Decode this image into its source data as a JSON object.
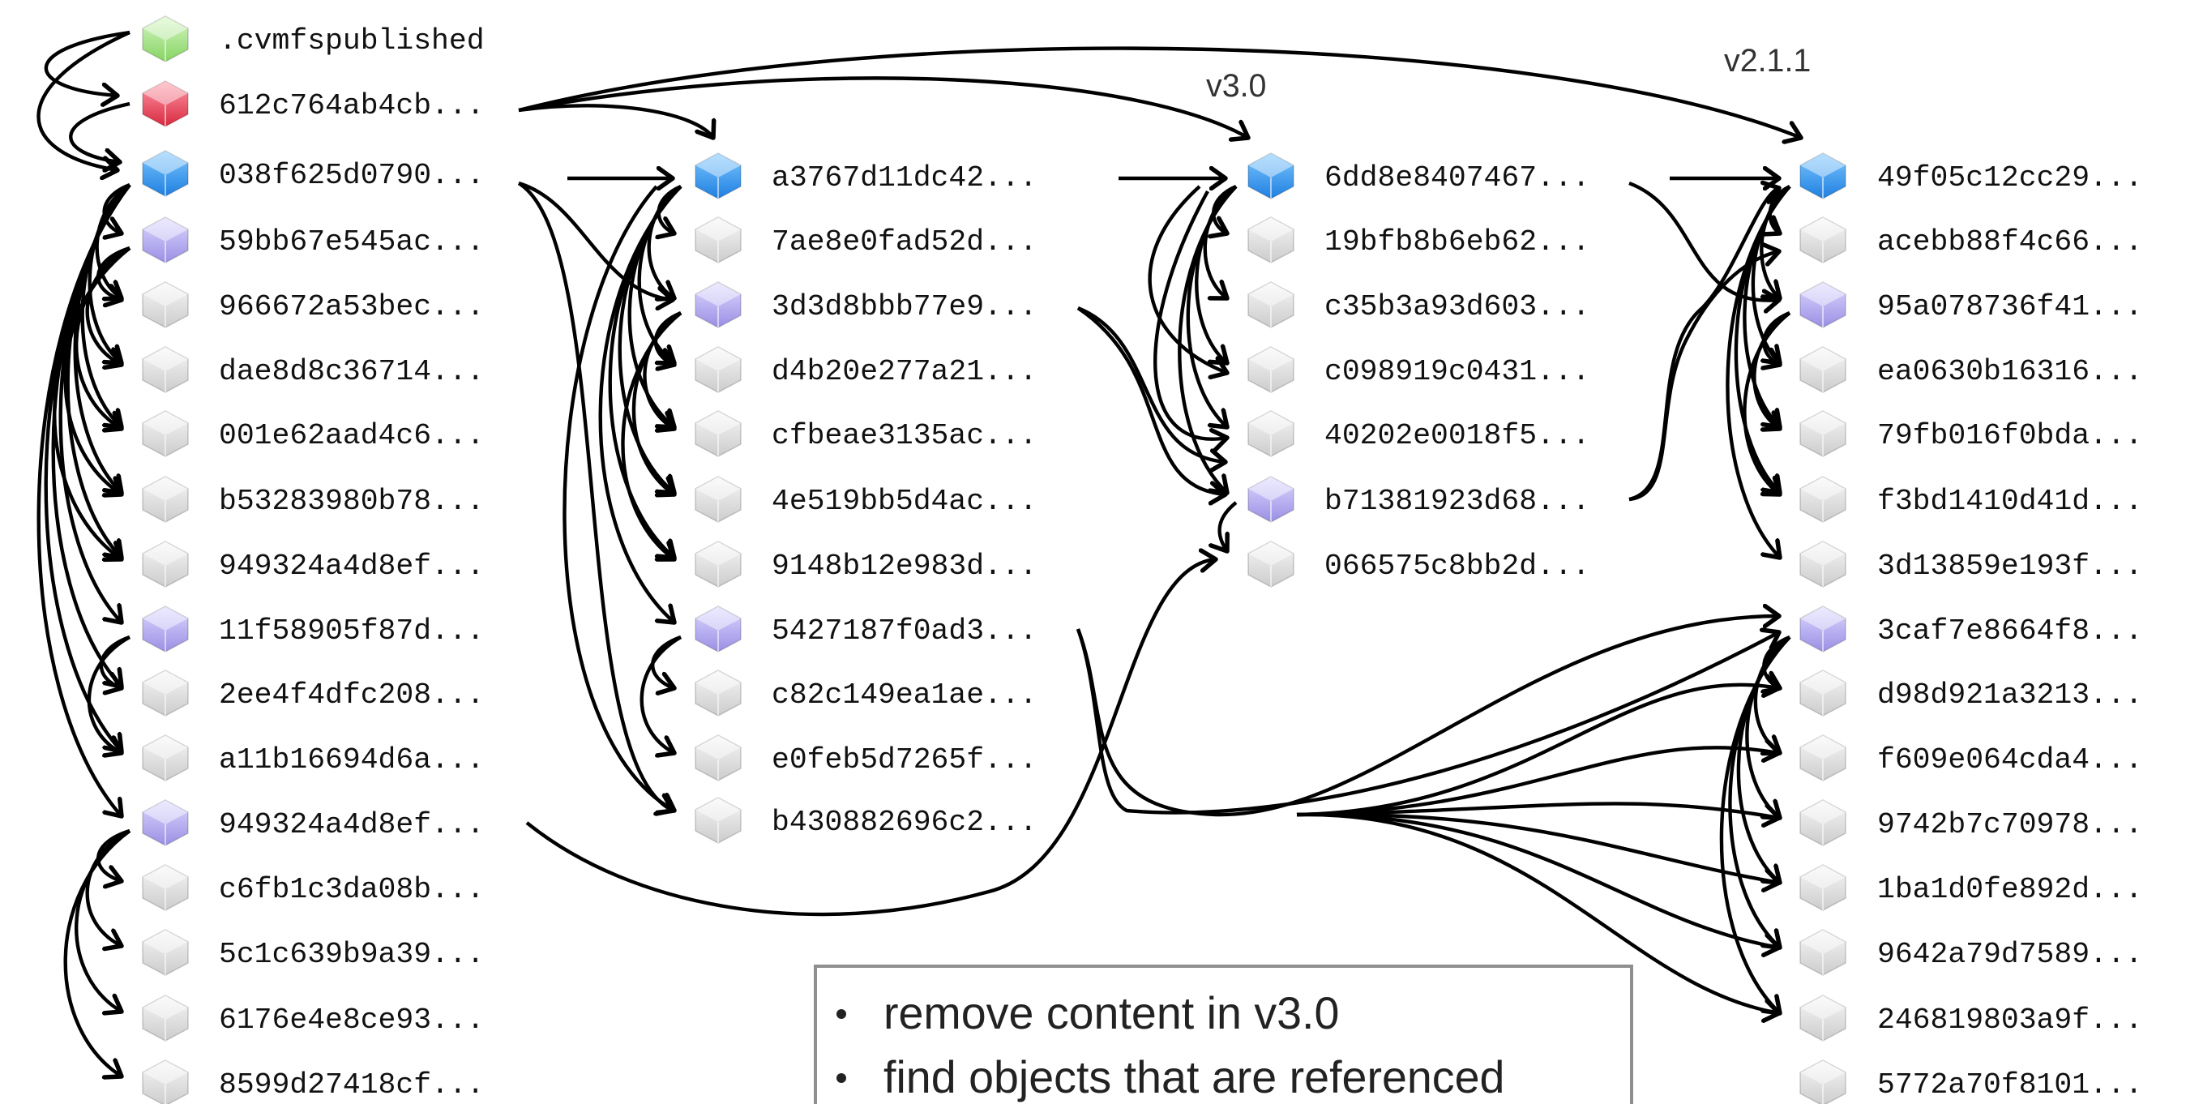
{
  "colors": {
    "catalog": "#2a8fe8",
    "nested_catalog": "#a99fe9",
    "plain_object": "#cfcfcf",
    "manifest": "#9be07e",
    "history": "#e8485e",
    "note_border": "#8a8a8a"
  },
  "versions": {
    "v30": "v3.0",
    "v211": "v2.1.1"
  },
  "columns": [
    {
      "id": "c0",
      "items": [
        {
          "kind": "manifest",
          "label": ".cvmfspublished"
        },
        {
          "kind": "history",
          "label": "612c764ab4cb..."
        },
        {
          "kind": "catalog",
          "label": "038f625d0790..."
        },
        {
          "kind": "nested",
          "label": "59bb67e545ac..."
        },
        {
          "kind": "object",
          "label": "966672a53bec..."
        },
        {
          "kind": "object",
          "label": "dae8d8c36714..."
        },
        {
          "kind": "object",
          "label": "001e62aad4c6..."
        },
        {
          "kind": "object",
          "label": "b53283980b78..."
        },
        {
          "kind": "object",
          "label": "949324a4d8ef..."
        },
        {
          "kind": "nested",
          "label": "11f58905f87d..."
        },
        {
          "kind": "object",
          "label": "2ee4f4dfc208..."
        },
        {
          "kind": "object",
          "label": "a11b16694d6a..."
        },
        {
          "kind": "nested",
          "label": "949324a4d8ef..."
        },
        {
          "kind": "object",
          "label": "c6fb1c3da08b..."
        },
        {
          "kind": "object",
          "label": "5c1c639b9a39..."
        },
        {
          "kind": "object",
          "label": "6176e4e8ce93..."
        },
        {
          "kind": "object",
          "label": "8599d27418cf..."
        }
      ]
    },
    {
      "id": "c1",
      "items": [
        {
          "kind": "catalog",
          "label": "a3767d11dc42..."
        },
        {
          "kind": "object",
          "label": "7ae8e0fad52d..."
        },
        {
          "kind": "nested",
          "label": "3d3d8bbb77e9..."
        },
        {
          "kind": "object",
          "label": "d4b20e277a21..."
        },
        {
          "kind": "object",
          "label": "cfbeae3135ac..."
        },
        {
          "kind": "object",
          "label": "4e519bb5d4ac..."
        },
        {
          "kind": "object",
          "label": "9148b12e983d..."
        },
        {
          "kind": "nested",
          "label": "5427187f0ad3..."
        },
        {
          "kind": "object",
          "label": "c82c149ea1ae..."
        },
        {
          "kind": "object",
          "label": "e0feb5d7265f..."
        },
        {
          "kind": "object",
          "label": "b430882696c2..."
        }
      ]
    },
    {
      "id": "c2",
      "items": [
        {
          "kind": "catalog",
          "label": "6dd8e8407467..."
        },
        {
          "kind": "object",
          "label": "19bfb8b6eb62..."
        },
        {
          "kind": "object",
          "label": "c35b3a93d603..."
        },
        {
          "kind": "object",
          "label": "c098919c0431..."
        },
        {
          "kind": "object",
          "label": "40202e0018f5..."
        },
        {
          "kind": "nested",
          "label": "b71381923d68..."
        },
        {
          "kind": "object",
          "label": "066575c8bb2d..."
        }
      ]
    },
    {
      "id": "c3",
      "items": [
        {
          "kind": "catalog",
          "label": "49f05c12cc29..."
        },
        {
          "kind": "object",
          "label": "acebb88f4c66..."
        },
        {
          "kind": "nested",
          "label": "95a078736f41..."
        },
        {
          "kind": "object",
          "label": "ea0630b16316..."
        },
        {
          "kind": "object",
          "label": "79fb016f0bda..."
        },
        {
          "kind": "object",
          "label": "f3bd1410d41d..."
        },
        {
          "kind": "object",
          "label": "3d13859e193f..."
        },
        {
          "kind": "nested",
          "label": "3caf7e8664f8..."
        },
        {
          "kind": "object",
          "label": "d98d921a3213..."
        },
        {
          "kind": "object",
          "label": "f609e064cda4..."
        },
        {
          "kind": "object",
          "label": "9742b7c70978..."
        },
        {
          "kind": "object",
          "label": "1ba1d0fe892d..."
        },
        {
          "kind": "object",
          "label": "9642a79d7589..."
        },
        {
          "kind": "object",
          "label": "246819803a9f..."
        },
        {
          "kind": "object",
          "label": "5772a70f8101..."
        }
      ]
    }
  ],
  "note": {
    "bullets": [
      "remove content in v3.0",
      "find objects that are referenced"
    ]
  }
}
